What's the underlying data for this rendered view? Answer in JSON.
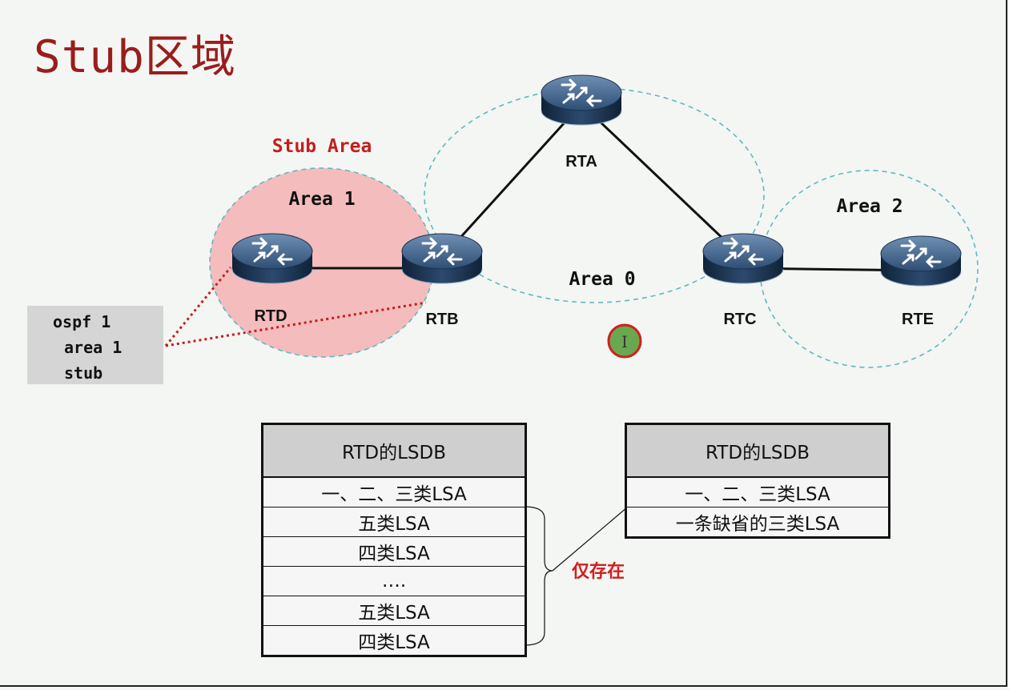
{
  "title": "Stub区域",
  "stub_area_label": "Stub Area",
  "areas": {
    "area1": "Area 1",
    "area0": "Area 0",
    "area2": "Area 2"
  },
  "routers": {
    "rta": "RTA",
    "rtb": "RTB",
    "rtc": "RTC",
    "rtd": "RTD",
    "rte": "RTE"
  },
  "config": {
    "line1": "ospf 1",
    "line2": "area 1",
    "line3": "stub"
  },
  "left_table": {
    "header": "RTD的LSDB",
    "rows": [
      "一、二、三类LSA",
      "五类LSA",
      "四类LSA",
      "….",
      "五类LSA",
      "四类LSA"
    ]
  },
  "right_table": {
    "header": "RTD的LSDB",
    "rows": [
      "一、二、三类LSA",
      "一条缺省的三类LSA"
    ]
  },
  "exists_label": "仅存在",
  "cursor_glyph": "I",
  "colors": {
    "title": "#9b1c1c",
    "stub_label": "#c41e1e",
    "area1_fill": "#f4bcbc",
    "dashed": "#5fb8c4",
    "router_body": "#1d3a5c",
    "exists": "#d21e1e"
  }
}
